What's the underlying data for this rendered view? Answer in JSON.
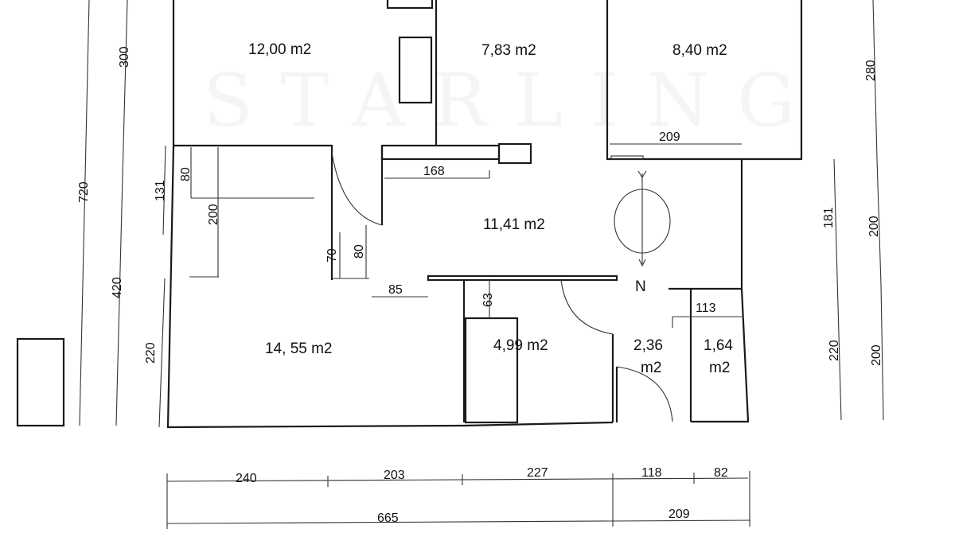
{
  "watermark": "STARLING",
  "rooms": {
    "r1": "12,00  m2",
    "r2": "7,83  m2",
    "r3": "8,40  m2",
    "r4": "11,41  m2",
    "r5": "14, 55 m2",
    "r6": "4,99  m2",
    "r7a": "2,36",
    "r7b": "m2",
    "r8a": "1,64",
    "r8b": "m2"
  },
  "compass": {
    "label": "N"
  },
  "dimensions": {
    "d300": "300",
    "d720": "720",
    "d420": "420",
    "d131": "131",
    "d80a": "80",
    "d200a": "200",
    "d220a": "220",
    "d70": "70",
    "d80b": "80",
    "d168": "168",
    "d209a": "209",
    "d85": "85",
    "d63": "63",
    "d113": "113",
    "d280": "280",
    "d181": "181",
    "d200b": "200",
    "d220b": "220",
    "d200c": "200",
    "d240": "240",
    "d203": "203",
    "d227": "227",
    "d118": "118",
    "d82": "82",
    "d665": "665",
    "d209b": "209"
  }
}
